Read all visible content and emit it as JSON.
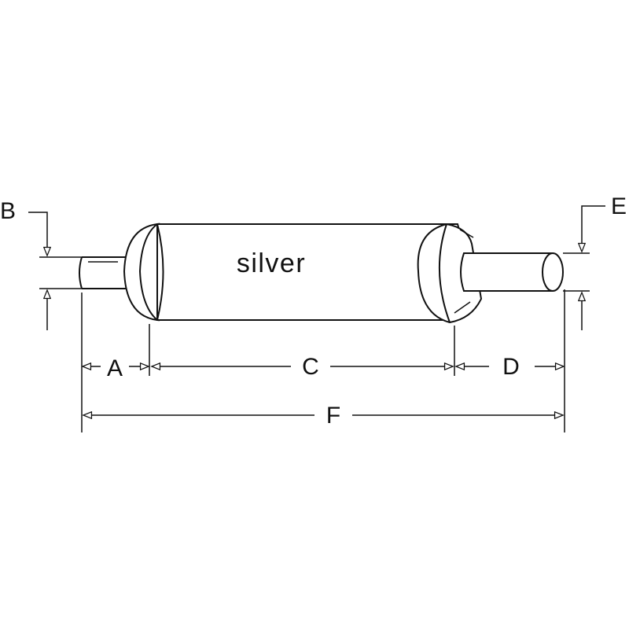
{
  "diagram": {
    "body_label": "silver",
    "dimensions": {
      "a": "A",
      "b": "B",
      "c": "C",
      "d": "D",
      "e": "E",
      "f": "F"
    },
    "colors": {
      "stroke": "#111111",
      "background": "#ffffff"
    }
  }
}
